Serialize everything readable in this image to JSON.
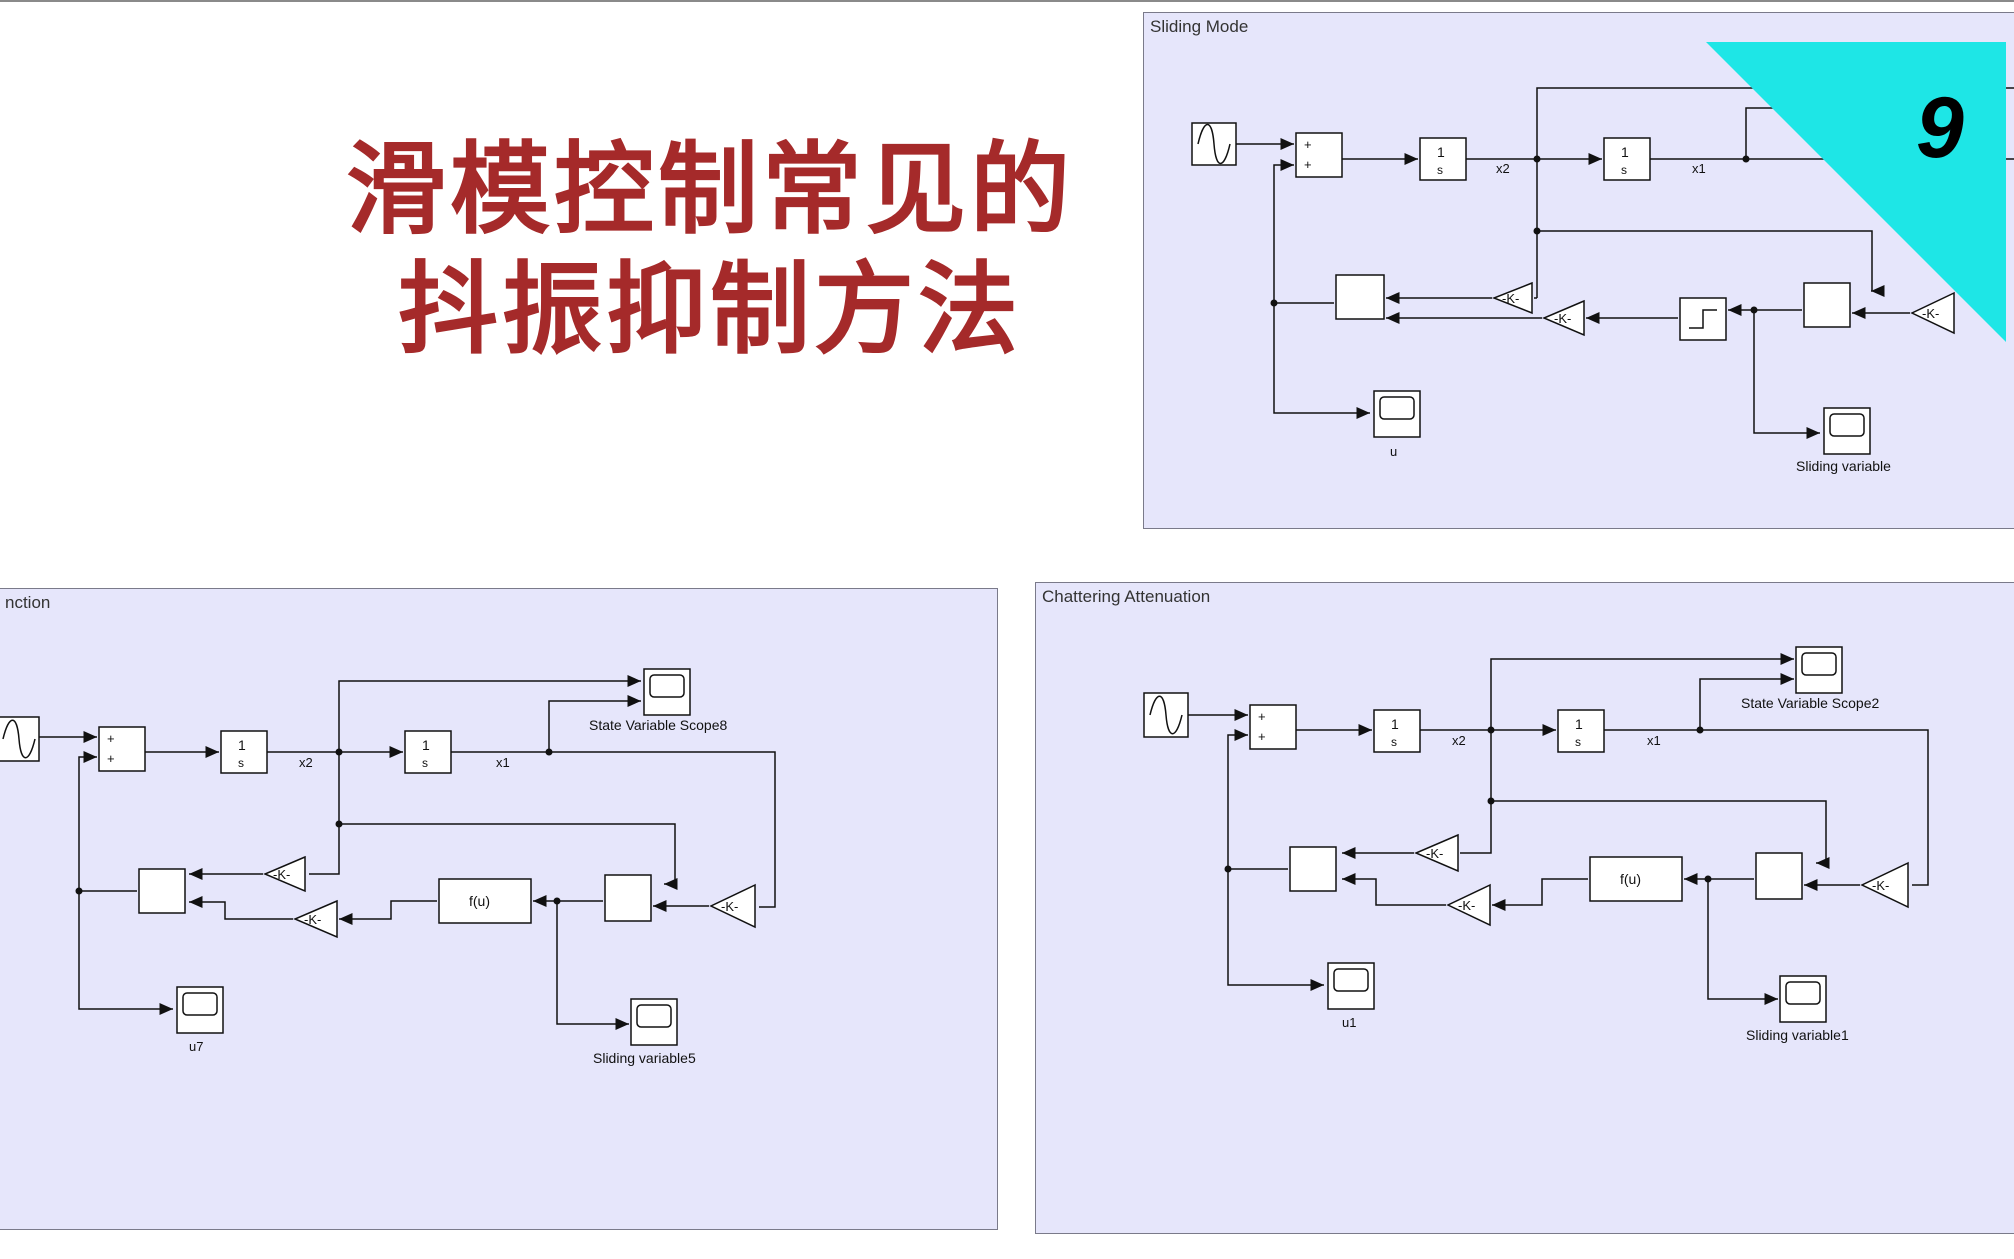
{
  "title": {
    "line1": "滑模控制常见的",
    "line2": "抖振抑制方法"
  },
  "badge": {
    "number": "9",
    "color": "#1ee6e6"
  },
  "colors": {
    "title": "#a52a2a",
    "panel_bg": "#e6e6fb"
  },
  "panels": {
    "sliding": {
      "title": "Sliding Mode",
      "x2": "x2",
      "x1": "x1",
      "gain": "-K-",
      "int_num": "1",
      "int_den": "s",
      "scope_u": "u",
      "scope_s": "Sliding variable"
    },
    "left": {
      "title": "nction",
      "x2": "x2",
      "x1": "x1",
      "gain": "-K-",
      "fcn": "f(u)",
      "int_num": "1",
      "int_den": "s",
      "scope_state": "State Variable Scope8",
      "scope_u": "u7",
      "scope_s": "Sliding variable5"
    },
    "chatter": {
      "title": "Chattering Attenuation",
      "x2": "x2",
      "x1": "x1",
      "gain": "-K-",
      "fcn": "f(u)",
      "int_num": "1",
      "int_den": "s",
      "scope_state": "State Variable Scope2",
      "scope_u": "u1",
      "scope_s": "Sliding variable1"
    }
  },
  "sum_sign": "+"
}
